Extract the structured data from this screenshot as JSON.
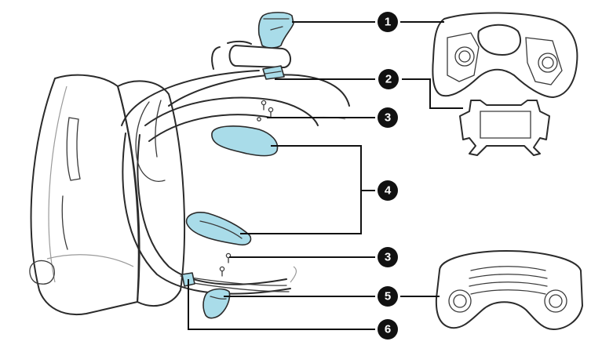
{
  "callouts": [
    {
      "id": "1",
      "label": "1"
    },
    {
      "id": "2",
      "label": "2"
    },
    {
      "id": "3a",
      "label": "3"
    },
    {
      "id": "4",
      "label": "4"
    },
    {
      "id": "3b",
      "label": "3"
    },
    {
      "id": "5",
      "label": "5"
    },
    {
      "id": "6",
      "label": "6"
    }
  ],
  "colors": {
    "part_fill": "#a9dce9",
    "outline": "#2b2b2b",
    "callout": "#111111"
  }
}
